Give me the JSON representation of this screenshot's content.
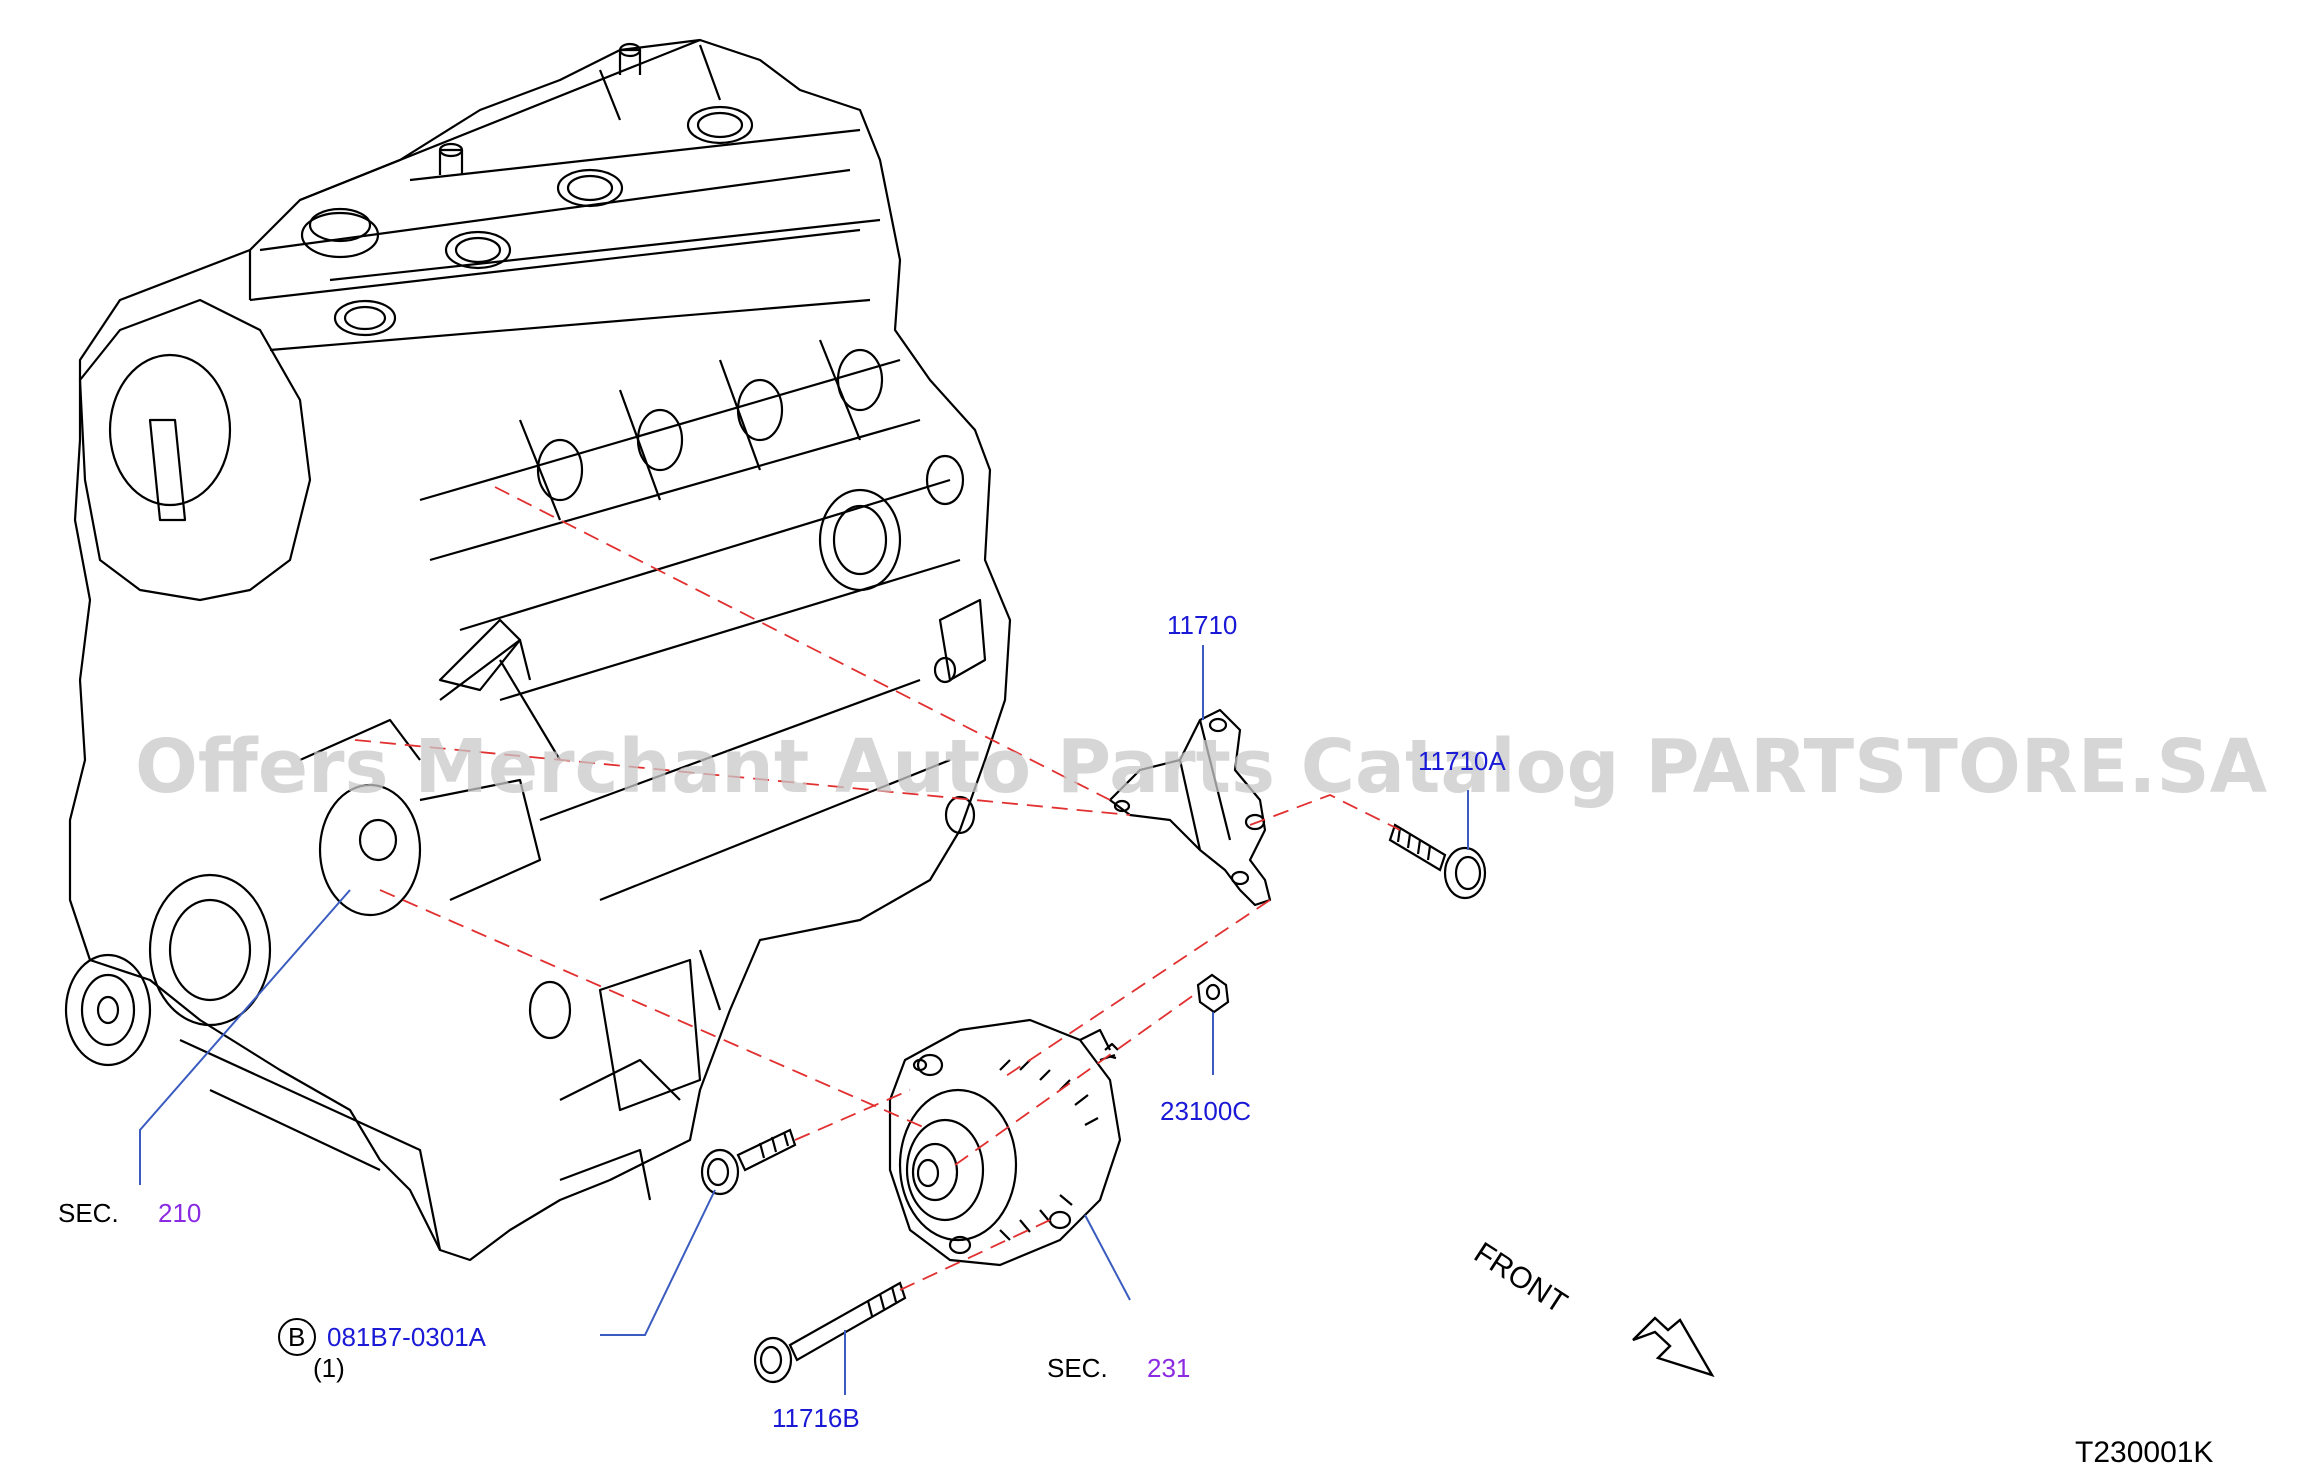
{
  "watermark": "Offers Merchant Auto Parts Catalog PARTSTORE.SA",
  "diagram_id": "T230001K",
  "direction_label": "FRONT",
  "callouts": {
    "bracket": "11710",
    "bracket_bolt": "11710A",
    "nut": "23100C",
    "long_bolt": "11716B",
    "circle_letter": "B",
    "bolt_b": "081B7-0301A",
    "bolt_b_qty": "(1)",
    "sec_prefix_engine": "SEC.",
    "sec_engine": "210",
    "sec_prefix_alt": "SEC.",
    "sec_alt": "231"
  },
  "colors": {
    "part_number": "#1a1ad6",
    "section_ref": "#8a2be2",
    "leader": "#3a5bbf",
    "dash_line": "#e23030",
    "outline": "#000000",
    "watermark": "#c8c8c8"
  }
}
